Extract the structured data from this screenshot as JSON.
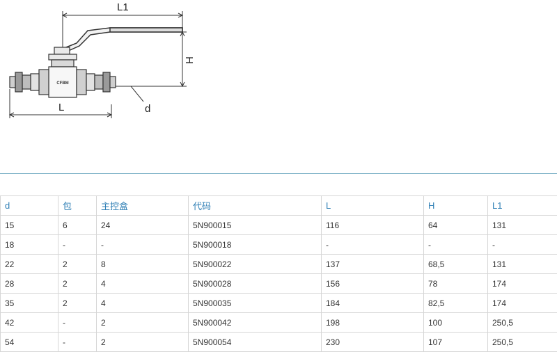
{
  "drawing": {
    "labels": {
      "l1": "L1",
      "h": "H",
      "l": "L",
      "d": "d"
    },
    "brand": "CFBM"
  },
  "table": {
    "headers": [
      "d",
      "包",
      "主控盒",
      "代码",
      "L",
      "H",
      "L1"
    ],
    "rows": [
      [
        "15",
        "6",
        "24",
        "5N900015",
        "116",
        "64",
        "131"
      ],
      [
        "18",
        "-",
        "-",
        "5N900018",
        "-",
        "-",
        "-"
      ],
      [
        "22",
        "2",
        "8",
        "5N900022",
        "137",
        "68,5",
        "131"
      ],
      [
        "28",
        "2",
        "4",
        "5N900028",
        "156",
        "78",
        "174"
      ],
      [
        "35",
        "2",
        "4",
        "5N900035",
        "184",
        "82,5",
        "174"
      ],
      [
        "42",
        "-",
        "2",
        "5N900042",
        "198",
        "100",
        "250,5"
      ],
      [
        "54",
        "-",
        "2",
        "5N900054",
        "230",
        "107",
        "250,5"
      ]
    ]
  }
}
